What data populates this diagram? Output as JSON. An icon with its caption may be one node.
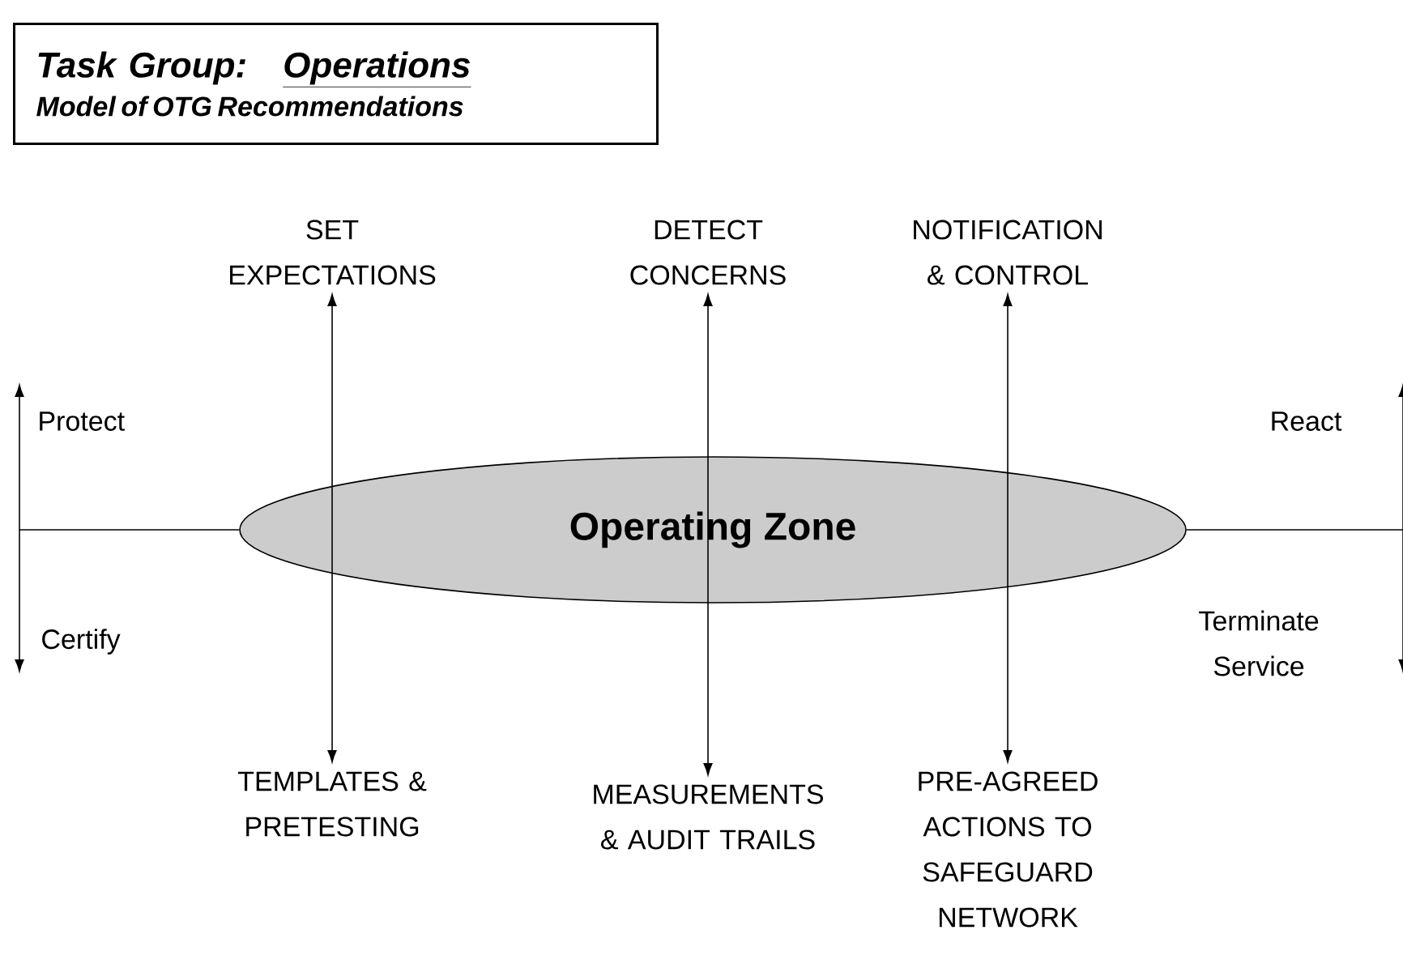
{
  "diagram": {
    "nodes": [
      {
        "text": [
          "Task Group:",
          "Operations",
          "Model of OTG Recommendations"
        ]
      },
      {
        "text": [
          "Operating Zone"
        ]
      },
      {
        "text": [
          "SET EXPECTATIONS"
        ]
      },
      {
        "text": [
          "DETECT CONCERNS"
        ]
      },
      {
        "text": [
          "NOTIFICATION & CONTROL"
        ]
      },
      {
        "text": [
          "TEMPLATES & PRETESTING"
        ]
      },
      {
        "text": [
          "MEASUREMENTS & AUDIT TRAILS"
        ]
      },
      {
        "text": [
          "PRE-AGREED ACTIONS TO SAFEGUARD NETWORK"
        ]
      }
    ],
    "edges": [
      {
        "from": 1,
        "to": 2,
        "arrow": "to"
      },
      {
        "from": 1,
        "to": 5,
        "arrow": "to"
      },
      {
        "from": 1,
        "to": 3,
        "arrow": "to"
      },
      {
        "from": 1,
        "to": 6,
        "arrow": "to"
      },
      {
        "from": 1,
        "to": 4,
        "arrow": "to"
      },
      {
        "from": 1,
        "to": 7,
        "arrow": "to"
      },
      {
        "from": 1,
        "to": null,
        "arrow": "none"
      },
      {
        "from": 1,
        "to": null,
        "arrow": "none"
      }
    ],
    "labels": [
      "Protect",
      "React",
      "Certify",
      "Terminate Service"
    ]
  }
}
